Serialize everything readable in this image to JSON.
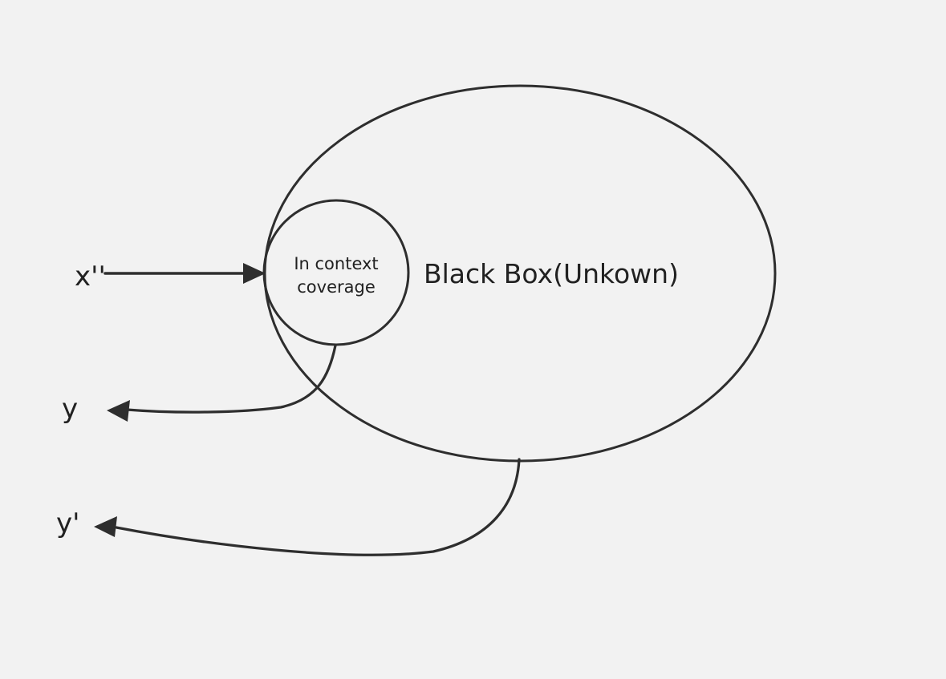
{
  "diagram": {
    "background_color": "#f2f2f2",
    "stroke_color": "#2e2e2e",
    "text_color": "#212121",
    "nodes": {
      "outer_ellipse_label": "Black Box(Unkown)",
      "inner_circle_label_line1": "In context",
      "inner_circle_label_line2": "coverage"
    },
    "labels": {
      "input": "x''",
      "output_y": "y",
      "output_y_prime": "y'"
    }
  }
}
